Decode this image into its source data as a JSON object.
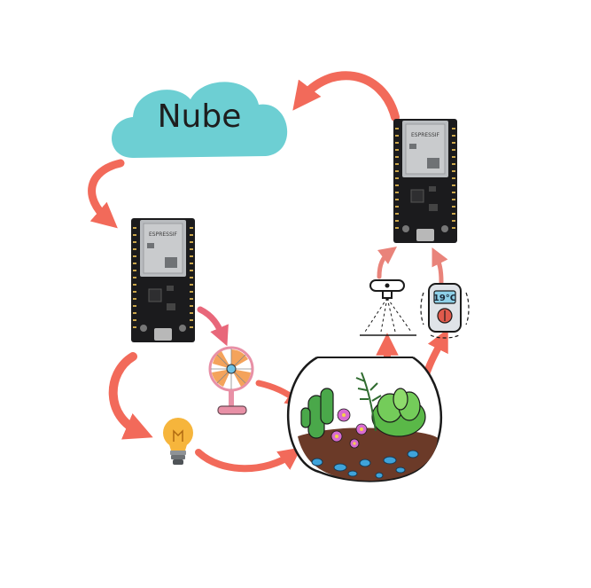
{
  "cloud": {
    "label": "Nube",
    "color": "#6dcfd3"
  },
  "arrow_color": "#f26a5a",
  "fan_arrow_color": "#e8677a",
  "boards": [
    {
      "name": "esp32-left",
      "module_label": "ESPRESSIF"
    },
    {
      "name": "esp32-right",
      "module_label": "ESPRESSIF"
    }
  ],
  "thermometer": {
    "reading": "19°C"
  },
  "icons": {
    "fan": "fan-icon",
    "bulb": "light-bulb-icon",
    "terrarium": "terrarium-icon",
    "sprinkler": "sprinkler-icon",
    "thermometer": "thermometer-icon"
  }
}
